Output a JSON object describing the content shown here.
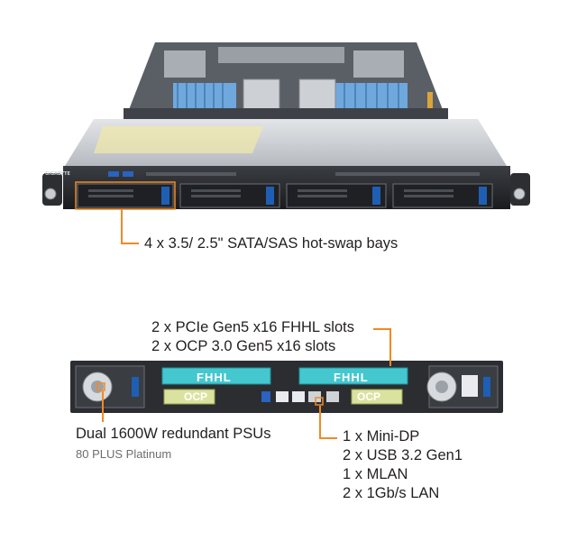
{
  "front": {
    "brand_badge": "GIGABYTE",
    "bays_callout": "4 x 3.5/ 2.5\" SATA/SAS hot-swap bays"
  },
  "rear": {
    "fhhl_label": "FHHL",
    "ocp_label": "OCP",
    "slots_callout": [
      "2 x PCIe Gen5 x16 FHHL slots",
      "2 x OCP 3.0 Gen5 x16 slots"
    ],
    "psu_callout": "Dual 1600W redundant PSUs",
    "psu_subcallout": "80 PLUS Platinum",
    "io_callout": [
      "1 x Mini-DP",
      "2 x USB 3.2 Gen1",
      "1 x MLAN",
      "2 x 1Gb/s LAN"
    ]
  },
  "colors": {
    "accent": "#f08a24",
    "chassis": "#2b2d31",
    "drive_tab": "#1e5fb4",
    "fhhl_fill": "#45c7cf",
    "ocp_fill": "#dbe2a0"
  }
}
